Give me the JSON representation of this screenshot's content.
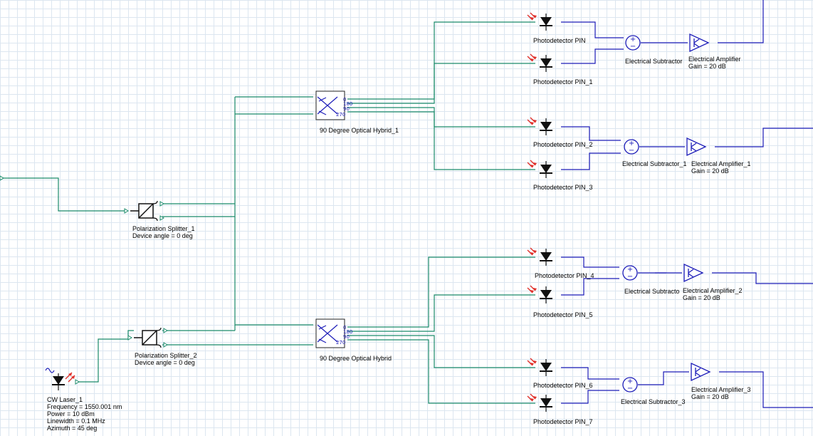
{
  "components": {
    "laser": {
      "name": "CW Laser_1",
      "params": [
        "Frequency = 1550.001  nm",
        "Power = 10  dBm",
        "Linewidth = 0.1  MHz",
        "Azimuth = 45  deg"
      ]
    },
    "psplit_1": {
      "name": "Polarization Splitter_1",
      "param": "Device angle = 0  deg"
    },
    "psplit_2": {
      "name": "Polarization Splitter_2",
      "param": "Device angle = 0  deg"
    },
    "hybrid_1": {
      "name": "90 Degree Optical Hybrid_1",
      "ports": [
        "0",
        "180",
        "90",
        "270"
      ]
    },
    "hybrid_0": {
      "name": "90 Degree Optical Hybrid",
      "ports": [
        "0",
        "180",
        "90",
        "270"
      ]
    },
    "pins": [
      {
        "name": "Photodetector PIN"
      },
      {
        "name": "Photodetector PIN_1"
      },
      {
        "name": "Photodetector PIN_2"
      },
      {
        "name": "Photodetector PIN_3"
      },
      {
        "name": "Photodetector PIN_4"
      },
      {
        "name": "Photodetector PIN_5"
      },
      {
        "name": "Photodetector PIN_6"
      },
      {
        "name": "Photodetector PIN_7"
      }
    ],
    "subtractors": [
      {
        "name": "Electrical Subtractor"
      },
      {
        "name": "Electrical Subtractor_1"
      },
      {
        "name": "Electrical Subtracto"
      },
      {
        "name": "Electrical Subtractor_3"
      }
    ],
    "amplifiers": [
      {
        "name": "Electrical Amplifier",
        "gain": "Gain = 20  dB"
      },
      {
        "name": "Electrical Amplifier_1",
        "gain": "Gain = 20  dB"
      },
      {
        "name": "Electrical Amplifier_2",
        "gain": "Gain = 20  dB"
      },
      {
        "name": "Electrical Amplifier_3",
        "gain": "Gain = 20  dB"
      }
    ]
  },
  "colors": {
    "optical": "#1a8a6a",
    "electrical": "#1c1cb8",
    "pin": "#111111",
    "light": "#e0302a",
    "grid": "#dce6f0"
  }
}
